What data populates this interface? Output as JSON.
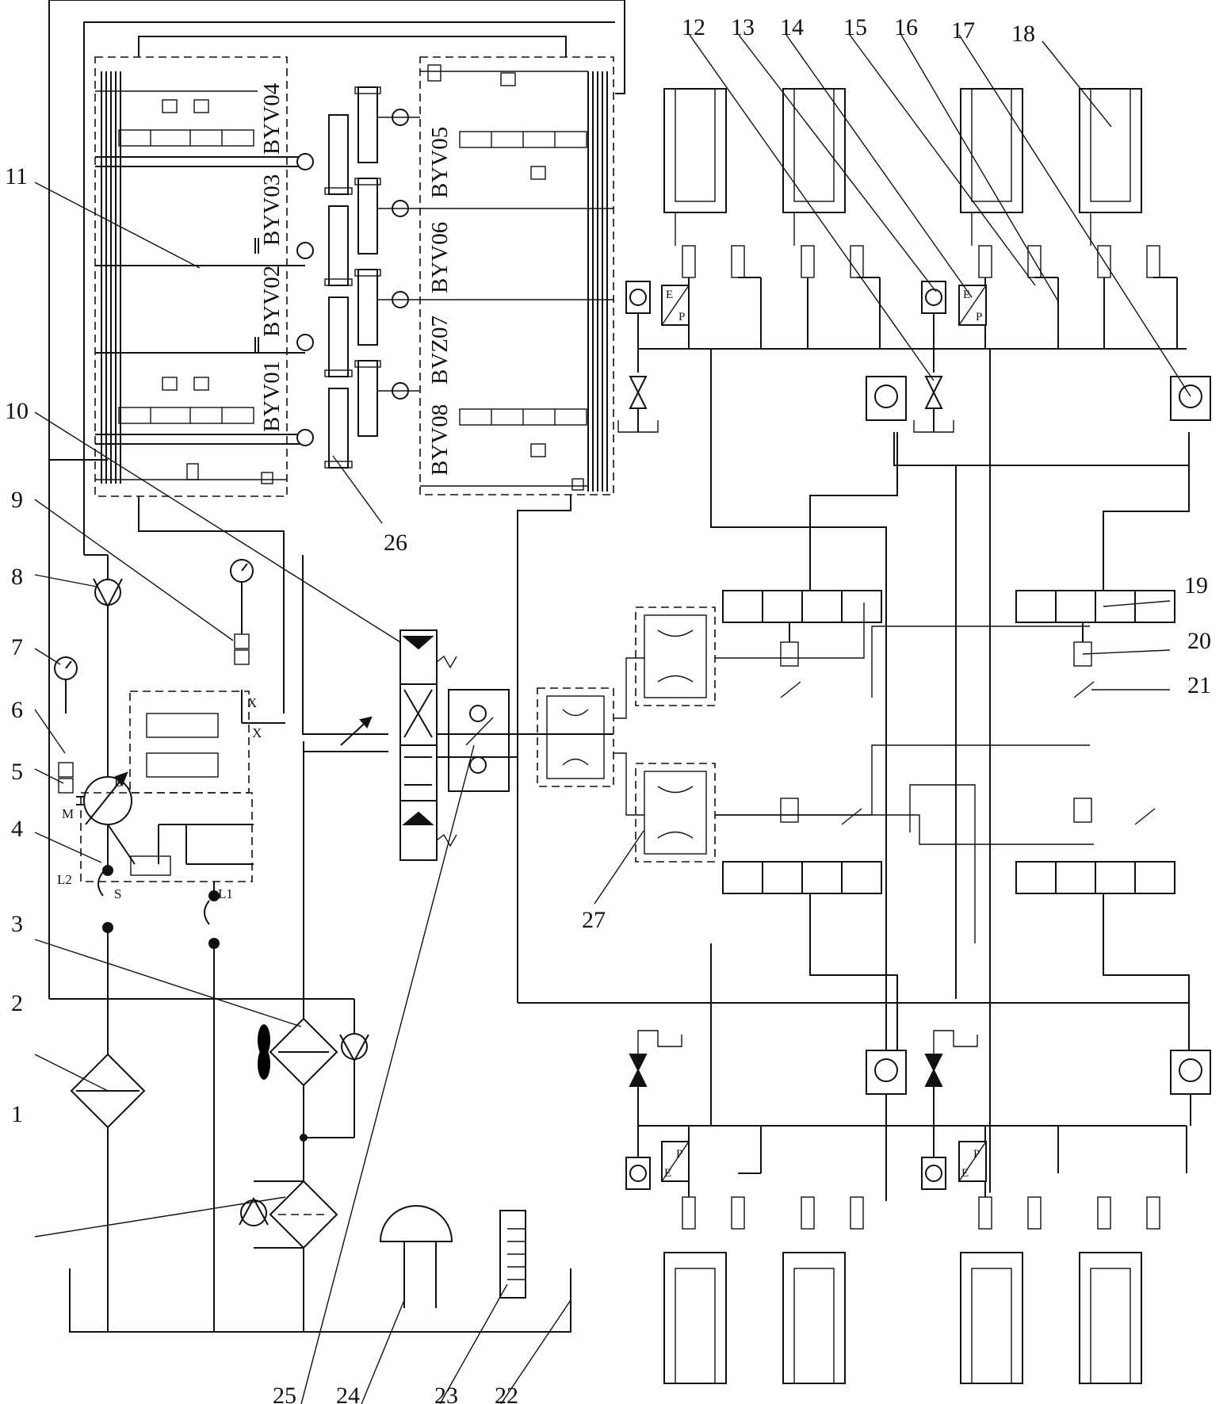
{
  "callouts": [
    "1",
    "2",
    "3",
    "4",
    "5",
    "6",
    "7",
    "8",
    "9",
    "10",
    "11",
    "12",
    "13",
    "14",
    "15",
    "16",
    "17",
    "18",
    "19",
    "20",
    "21",
    "22",
    "23",
    "24",
    "25",
    "26",
    "27"
  ],
  "valve_labels_left": [
    "BYV04",
    "BYV03",
    "BYV02",
    "BYV01"
  ],
  "valve_labels_right": [
    "BYV05",
    "BYV06",
    "BVZ07",
    "BYV08"
  ],
  "ports": {
    "M": "M",
    "L2": "L2",
    "S": "S",
    "L1": "L1",
    "B": "B",
    "X1": "X",
    "X2": "X"
  },
  "sensor_letters": {
    "E": "E",
    "P": "P"
  },
  "colors": {
    "line": "#111111",
    "background": "#ffffff"
  }
}
